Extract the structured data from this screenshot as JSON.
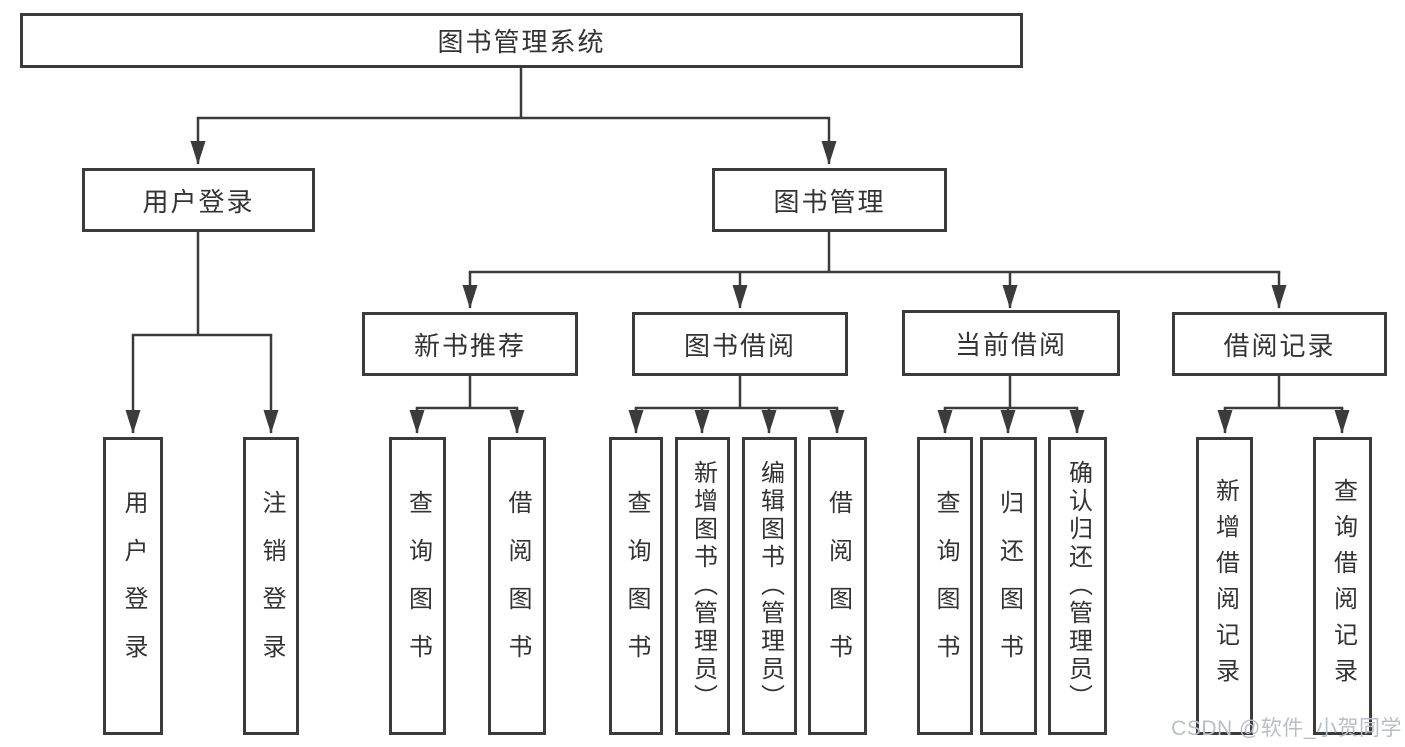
{
  "diagram": {
    "root": {
      "label": "图书管理系统"
    },
    "branches": [
      {
        "label": "用户登录",
        "children": [
          {
            "label": "用户登录"
          },
          {
            "label": "注销登录"
          }
        ]
      },
      {
        "label": "图书管理",
        "children": [
          {
            "label": "新书推荐",
            "children": [
              {
                "label": "查询图书"
              },
              {
                "label": "借阅图书"
              }
            ]
          },
          {
            "label": "图书借阅",
            "children": [
              {
                "label": "查询图书"
              },
              {
                "label": "新增图书（管理员）"
              },
              {
                "label": "编辑图书（管理员）"
              },
              {
                "label": "借阅图书"
              }
            ]
          },
          {
            "label": "当前借阅",
            "children": [
              {
                "label": "查询图书"
              },
              {
                "label": "归还图书"
              },
              {
                "label": "确认归还（管理员）"
              }
            ]
          },
          {
            "label": "借阅记录",
            "children": [
              {
                "label": "新增借阅记录"
              },
              {
                "label": "查询借阅记录"
              }
            ]
          }
        ]
      }
    ]
  },
  "watermark": {
    "text": "CSDN @软件_小贺同学"
  },
  "colors": {
    "line": "#3b3b3b",
    "border": "#3b3b3b",
    "text": "#333333",
    "watermark": "#b9bdc6",
    "background": "#ffffff"
  }
}
